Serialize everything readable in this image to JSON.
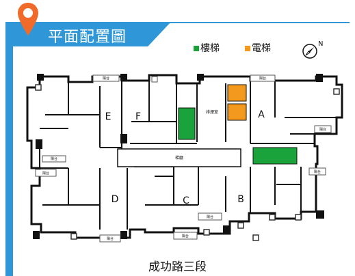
{
  "header": {
    "title": "平面配置圖"
  },
  "legend": {
    "stairs": {
      "label": "樓梯",
      "color": "#1aa33a"
    },
    "elevator": {
      "label": "電梯",
      "color": "#f39a1e"
    }
  },
  "compass": {
    "label": "N"
  },
  "plan": {
    "units": [
      "A",
      "B",
      "C",
      "D",
      "E",
      "F"
    ],
    "corridor_label": "梯廳",
    "room_label": "排煙室",
    "balcony_label": "陽台"
  },
  "road": {
    "name": "成功路三段"
  },
  "colors": {
    "accent": "#2f97d8",
    "wall": "#111111",
    "pin": "#f06a2a"
  }
}
